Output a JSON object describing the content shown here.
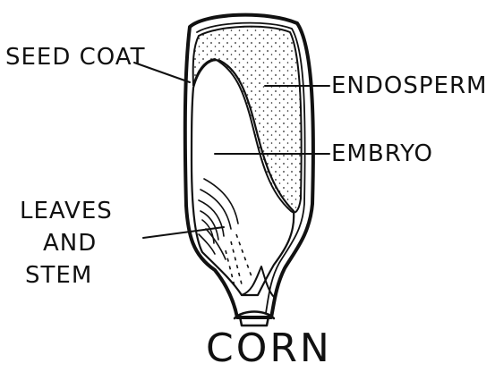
{
  "diagram": {
    "labels": {
      "seed_coat": "SEED COAT",
      "endosperm": "ENDOSPERM",
      "embryo": "EMBRYO",
      "leaves_line1": "LEAVES",
      "leaves_line2": "AND",
      "leaves_line3": "STEM"
    },
    "caption": "CORN"
  }
}
